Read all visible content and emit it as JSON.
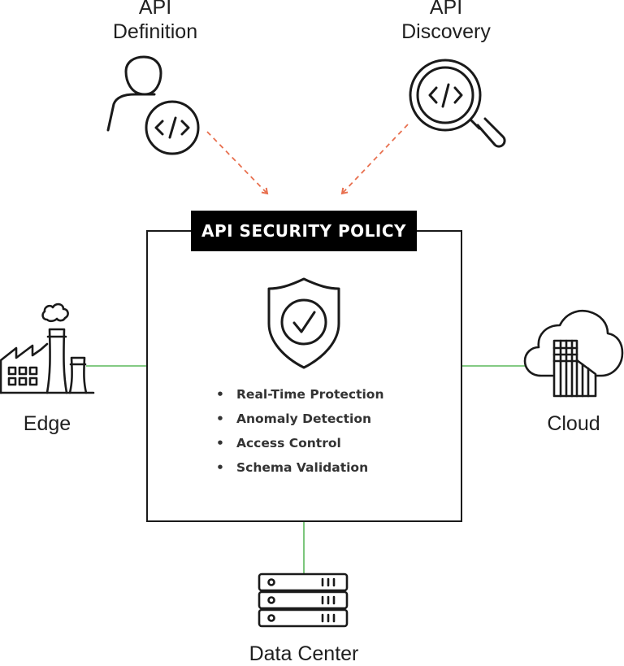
{
  "sources": {
    "api_definition": {
      "line1": "API",
      "line2": "Definition"
    },
    "api_discovery": {
      "line1": "API",
      "line2": "Discovery"
    }
  },
  "policy": {
    "title": "API SECURITY POLICY",
    "features": [
      "Real-Time Protection",
      "Anomaly Detection",
      "Access Control",
      "Schema Validation"
    ]
  },
  "targets": {
    "edge": "Edge",
    "cloud": "Cloud",
    "data_center": "Data Center"
  },
  "icons": {
    "definition": "person-code-icon",
    "discovery": "magnifier-code-icon",
    "policy": "shield-check-icon",
    "edge": "factory-icon",
    "cloud": "cloud-building-icon",
    "data_center": "server-rack-icon"
  },
  "colors": {
    "arrow": "#e8704f",
    "connector": "#5cb85c",
    "stroke": "#1a1a1a"
  }
}
